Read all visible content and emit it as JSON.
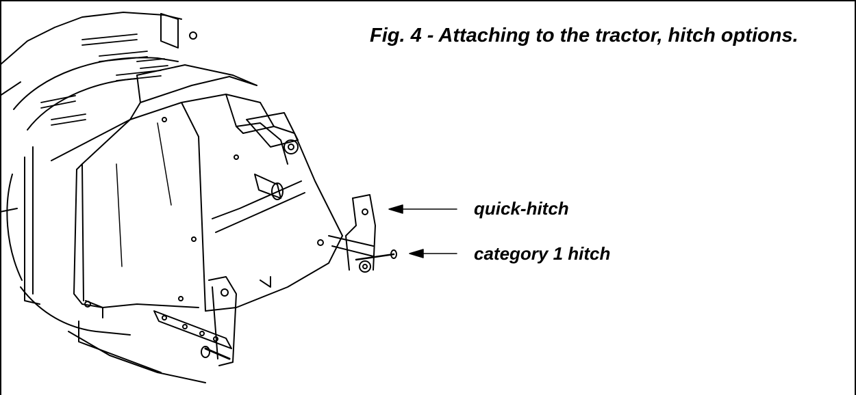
{
  "figure": {
    "caption": "Fig. 4 - Attaching to the tractor, hitch options.",
    "callouts": [
      {
        "label": "quick-hitch"
      },
      {
        "label": "category 1 hitch"
      }
    ]
  }
}
